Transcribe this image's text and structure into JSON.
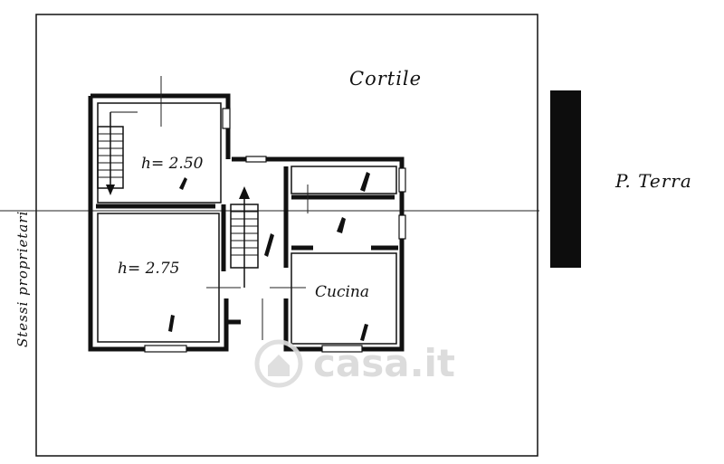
{
  "labels": {
    "cortile": "Cortile",
    "side": "Stessi proprietari",
    "room_upper": "h= 2.50",
    "room_lower": "h= 2.75",
    "kitchen": "Cucina",
    "floor": "P. Terra",
    "watermark": "casa.it"
  },
  "icons": {
    "watermark": "house-circle-logo",
    "stairs": "stair-run-arrow"
  },
  "colors": {
    "ink": "#111111",
    "paper": "#ffffff",
    "watermark": "#d9d9d9"
  }
}
